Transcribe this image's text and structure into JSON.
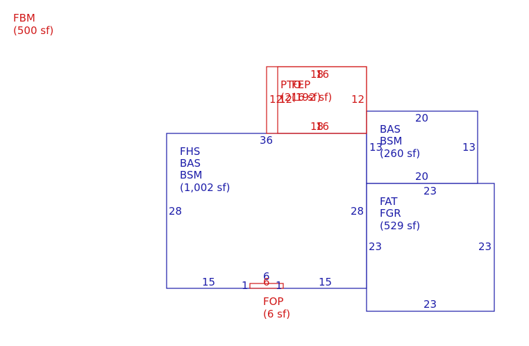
{
  "colors": {
    "blue": "#1a1aa8",
    "red": "#d01818"
  },
  "fbm": {
    "code": "FBM",
    "area": "(500 sf)"
  },
  "main_area": {
    "codes": [
      "FHS",
      "BAS",
      "BSM"
    ],
    "area": "(1,002 sf)",
    "dims": {
      "top": "36",
      "left": "28",
      "right": "28",
      "bottom_left": "15",
      "bottom_right": "15"
    }
  },
  "upper_right": {
    "codes": [
      "BAS",
      "BSM"
    ],
    "area": "(260 sf)",
    "dims": {
      "top": "20",
      "bottom": "20",
      "left": "13",
      "right": "13"
    }
  },
  "lower_right": {
    "codes": [
      "FAT",
      "FGR"
    ],
    "area": "(529 sf)",
    "dims": {
      "top": "23",
      "bottom": "23",
      "left": "23",
      "right": "23"
    }
  },
  "porch_top": {
    "code_a": "PTO",
    "code_b": "FEP",
    "area_a": "(216 sf)",
    "area_b": "(192 sf)",
    "dims": {
      "top_a": "18",
      "top_b": "16",
      "bottom_a": "18",
      "bottom_b": "16",
      "left_a": "12",
      "left_b": "12",
      "right": "12"
    }
  },
  "porch_bottom": {
    "code": "FOP",
    "area": "(6 sf)",
    "dims": {
      "top_blue": "6",
      "top_red": "6",
      "left": "1",
      "right": "1"
    }
  }
}
